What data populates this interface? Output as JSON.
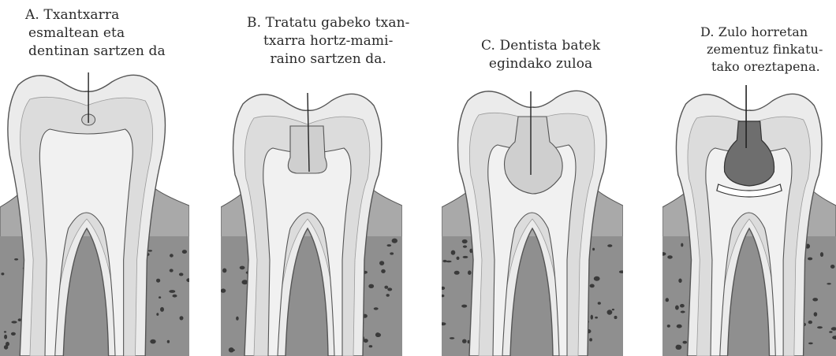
{
  "panels": [
    {
      "id": "A",
      "lines": [
        "A. Txantxarra",
        "esmaltean eta",
        "dentinan sartzen da"
      ]
    },
    {
      "id": "B",
      "lines": [
        "B. Tratatu gabeko txan-",
        "txarra hortz-mami-",
        "raino sartzen da."
      ]
    },
    {
      "id": "C",
      "lines": [
        "C. Dentista batek",
        "egindako zuloa"
      ]
    },
    {
      "id": "D",
      "lines": [
        "D. Zulo horretan",
        "zementuz finkatu-",
        "tako oreztapena."
      ]
    }
  ],
  "colors": {
    "enamel": "#ebebeb",
    "dentin": "#dcdcdc",
    "pulp": "#f1f1f1",
    "gum": "#a9a9a9",
    "bone": "#8f8f8f",
    "bone_pores": "#3a3a3a",
    "cavity": "#cfcfcf",
    "filling": "#6e6e6e",
    "outline": "#555555"
  }
}
